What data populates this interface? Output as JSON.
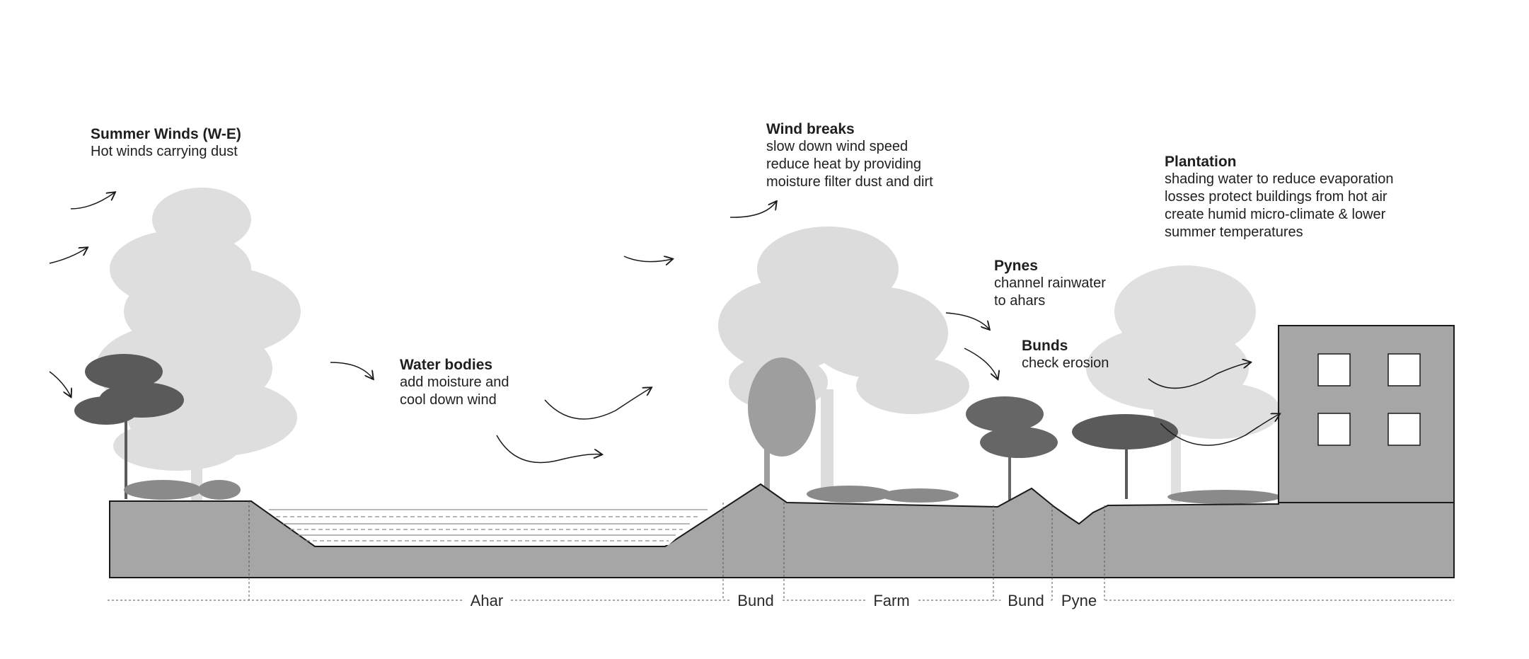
{
  "annotations": {
    "summer_winds": {
      "title": "Summer Winds (W-E)",
      "lines": [
        "Hot winds carrying dust"
      ]
    },
    "water_bodies": {
      "title": "Water bodies",
      "lines": [
        "add moisture and",
        "cool down wind"
      ]
    },
    "wind_breaks": {
      "title": "Wind breaks",
      "lines": [
        "slow down wind speed",
        "reduce heat by providing",
        "moisture filter dust and dirt"
      ]
    },
    "pynes": {
      "title": "Pynes",
      "lines": [
        "channel rainwater",
        "to ahars"
      ]
    },
    "bunds": {
      "title": "Bunds",
      "lines": [
        "check erosion"
      ]
    },
    "plantation": {
      "title": "Plantation",
      "lines": [
        "shading water to reduce evaporation",
        "losses protect buildings from hot air",
        "create humid micro-climate & lower",
        "summer temperatures"
      ]
    }
  },
  "zones": [
    "Ahar",
    "Bund",
    "Farm",
    "Bund",
    "Pyne"
  ],
  "colors": {
    "ground": "#a6a6a6",
    "tree_light": "#dcdcdc",
    "tree_mid": "#9c9c9c",
    "tree_dark": "#555555",
    "outline": "#1a1a1a"
  }
}
